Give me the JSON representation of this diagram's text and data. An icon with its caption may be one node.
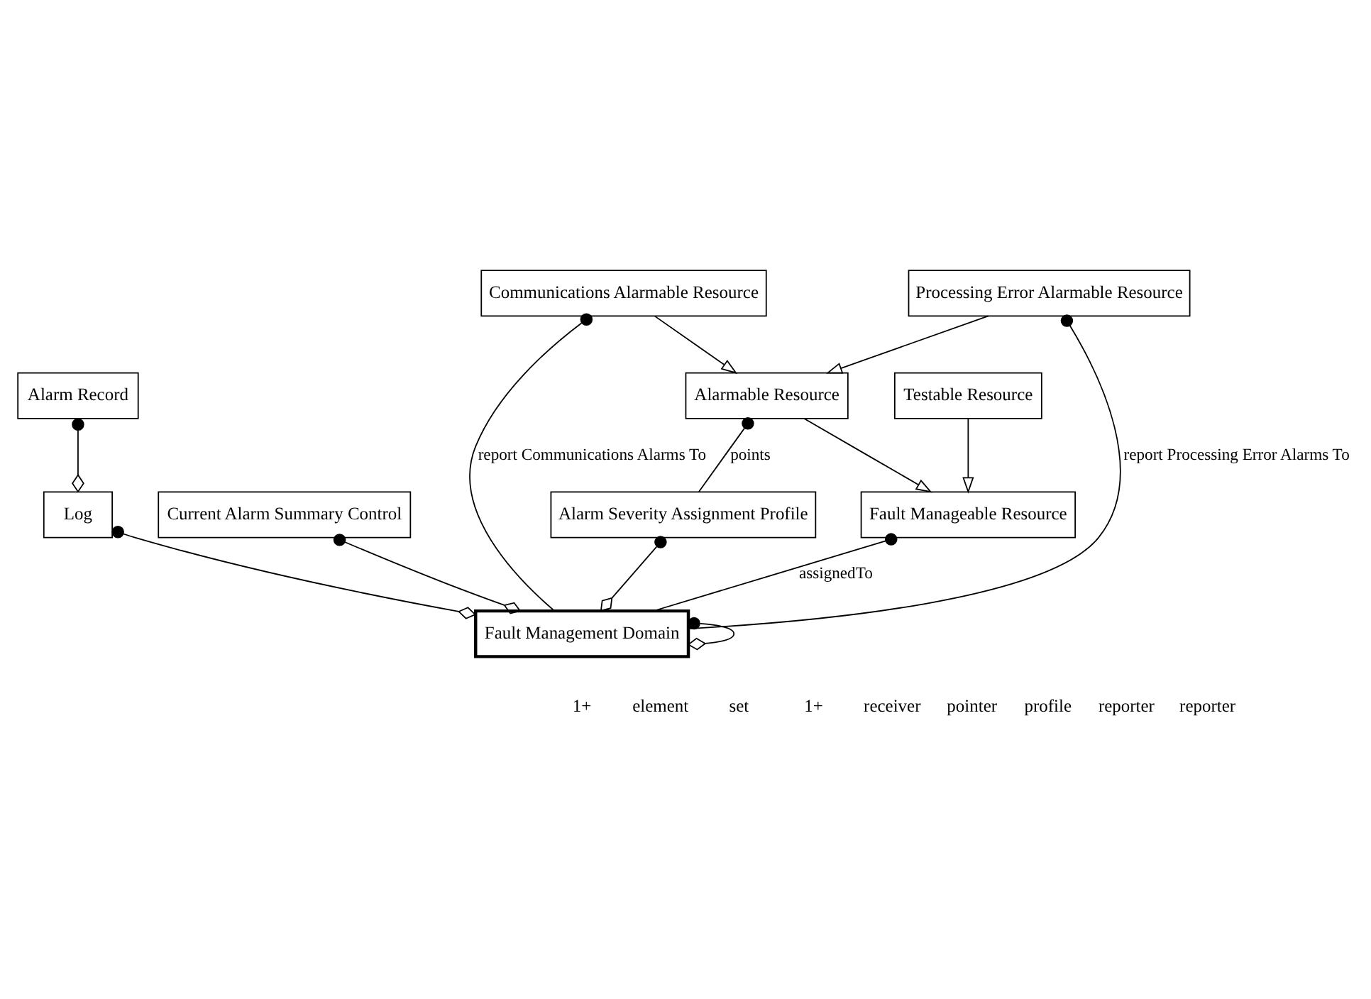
{
  "diagram": {
    "nodes": [
      {
        "text": [
          "Fault Manageable Resource"
        ]
      },
      {
        "text": [
          "Fault Management Domain"
        ]
      },
      {
        "text": [
          "Alarm Record"
        ]
      },
      {
        "text": [
          "Log"
        ]
      },
      {
        "text": [
          "Testable Resource"
        ]
      },
      {
        "text": [
          "Current Alarm Summary Control"
        ]
      },
      {
        "text": [
          "Alarmable Resource"
        ]
      },
      {
        "text": [
          "Alarm Severity Assignment Profile"
        ]
      },
      {
        "text": [
          "Communications Alarmable Resource"
        ]
      },
      {
        "text": [
          "Processing Error Alarmable Resource"
        ]
      }
    ],
    "edges": [
      {
        "from": 0,
        "to": 1,
        "arrow": "other",
        "label": "assignedTo"
      },
      {
        "from": 1,
        "to": 1,
        "arrow": "other"
      },
      {
        "from": 2,
        "to": 3,
        "arrow": "other"
      },
      {
        "from": 3,
        "to": 1,
        "arrow": "other"
      },
      {
        "from": 5,
        "to": 1,
        "arrow": "other"
      },
      {
        "from": 7,
        "to": 1,
        "arrow": "other"
      },
      {
        "from": 6,
        "to": 7,
        "arrow": "other",
        "label": "points"
      },
      {
        "from": 8,
        "to": 1,
        "arrow": "other",
        "label": "report Communications Alarms To"
      },
      {
        "from": 9,
        "to": 1,
        "arrow": "other",
        "label": "report Processing Error Alarms To"
      },
      {
        "from": 4,
        "to": 0,
        "arrow": "to"
      },
      {
        "from": 6,
        "to": 0,
        "arrow": "to"
      },
      {
        "from": 8,
        "to": 6,
        "arrow": "to"
      },
      {
        "from": 9,
        "to": 6,
        "arrow": "to"
      }
    ],
    "labels": [
      "1+",
      "element",
      "set",
      "1+",
      "receiver",
      "pointer",
      "profile",
      "reporter",
      "reporter"
    ]
  }
}
